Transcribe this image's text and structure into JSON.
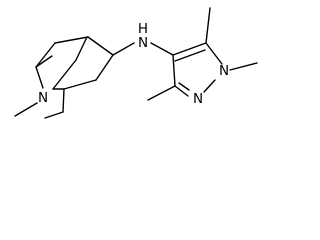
{
  "molecule": {
    "atoms": {
      "amine_nitrogen": "N",
      "bridge_nitrogen": "N",
      "pyrazole_n1": "N",
      "pyrazole_n2": "N",
      "amine_hydrogen": "H"
    }
  },
  "colors": {
    "bond": "#000000",
    "label": "#000000",
    "background": "#ffffff"
  }
}
